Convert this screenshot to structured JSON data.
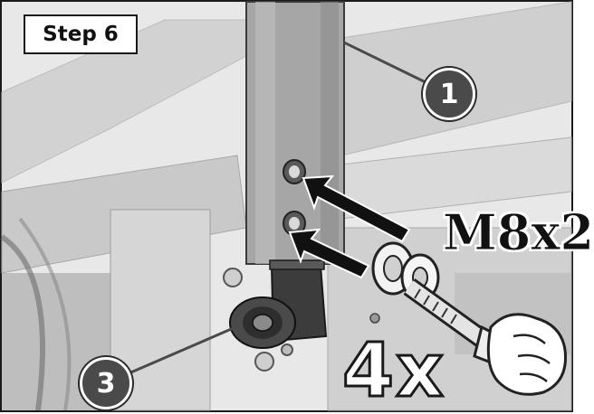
{
  "step": {
    "label": "Step 6"
  },
  "callouts": [
    {
      "number": "1"
    },
    {
      "number": "3"
    }
  ],
  "bolt": {
    "size_label": "M8x2"
  },
  "quantity": {
    "label": "4x"
  },
  "colors": {
    "frame_border": "#1a1a1a",
    "callout_fill": "#4a4a4a",
    "shock_body": "#9a9a9a",
    "bracket": "#3c3c3c",
    "background": "#e6e6e6"
  },
  "icons": [
    "shock-absorber",
    "bolt",
    "washer",
    "hand-pointer",
    "arrow-right-up"
  ]
}
